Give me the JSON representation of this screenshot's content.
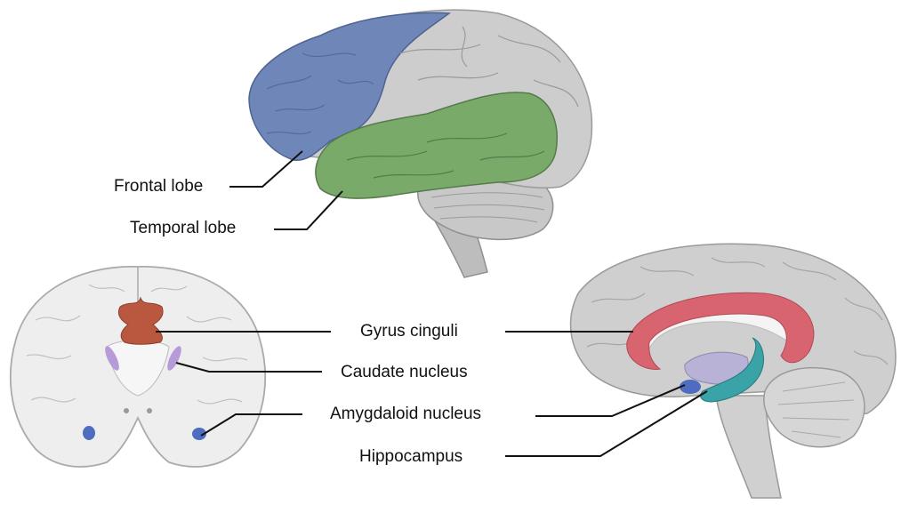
{
  "labels": {
    "frontal_lobe": "Frontal lobe",
    "temporal_lobe": "Temporal lobe",
    "gyrus_cinguli": "Gyrus cinguli",
    "caudate_nucleus": "Caudate nucleus",
    "amygdaloid_nucleus": "Amygdaloid nucleus",
    "hippocampus": "Hippocampus"
  },
  "colors": {
    "frontal_lobe": "#6f86b8",
    "temporal_lobe": "#7aaa6a",
    "brain_gray": "#c9c9c9",
    "brain_light": "#eeeeee",
    "gyrus_cinguli": "#d8646f",
    "caudate_nucleus": "#b79ad8",
    "amygdala": "#4e6cc0",
    "hippocampus": "#3aa3a8",
    "ventricle": "#b9573f",
    "leader_line": "#111111"
  }
}
